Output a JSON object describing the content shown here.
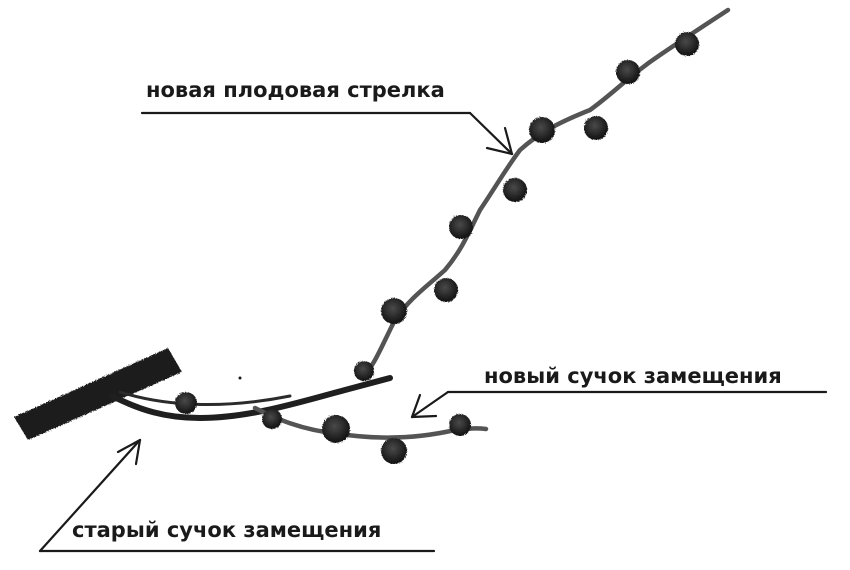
{
  "labels": {
    "new_fruit_arrow": "новая плодовая стрелка",
    "new_replacement_knot": "новый сучок замещения",
    "old_replacement_knot": "старый сучок замещения"
  },
  "colors": {
    "ink": "#1a1a1a",
    "twig": "#545454",
    "bud": "#2a2a2a",
    "background": "#ffffff"
  }
}
